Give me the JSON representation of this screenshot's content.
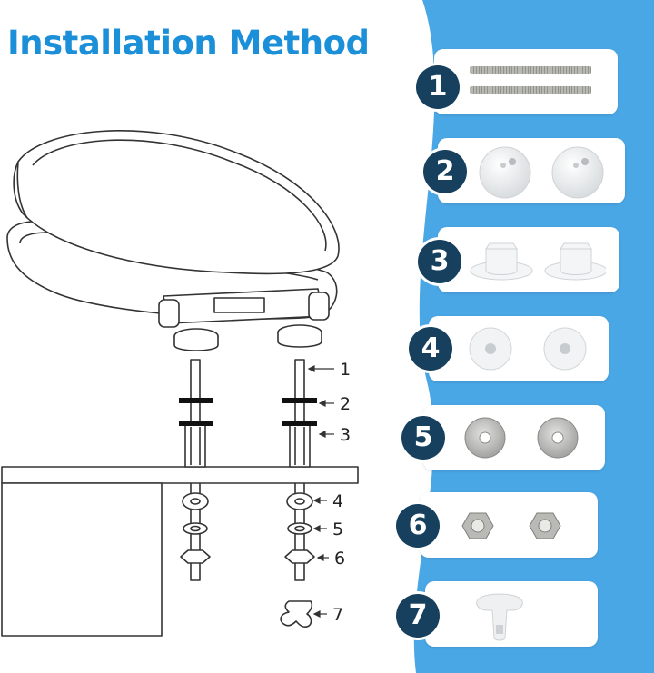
{
  "title": "Installation Method",
  "colors": {
    "title": "#1c8fd9",
    "background_right": "#4aa7e6",
    "badge": "#16405e"
  },
  "callouts": [
    "1",
    "2",
    "3",
    "4",
    "5",
    "6",
    "7"
  ],
  "parts": [
    {
      "number": "1",
      "icon": "threaded-rod-icon"
    },
    {
      "number": "2",
      "icon": "cap-cover-icon"
    },
    {
      "number": "3",
      "icon": "top-fixing-sleeve-icon"
    },
    {
      "number": "4",
      "icon": "rubber-washer-icon"
    },
    {
      "number": "5",
      "icon": "metal-washer-icon"
    },
    {
      "number": "6",
      "icon": "hex-nut-icon"
    },
    {
      "number": "7",
      "icon": "wrench-tool-icon"
    }
  ]
}
